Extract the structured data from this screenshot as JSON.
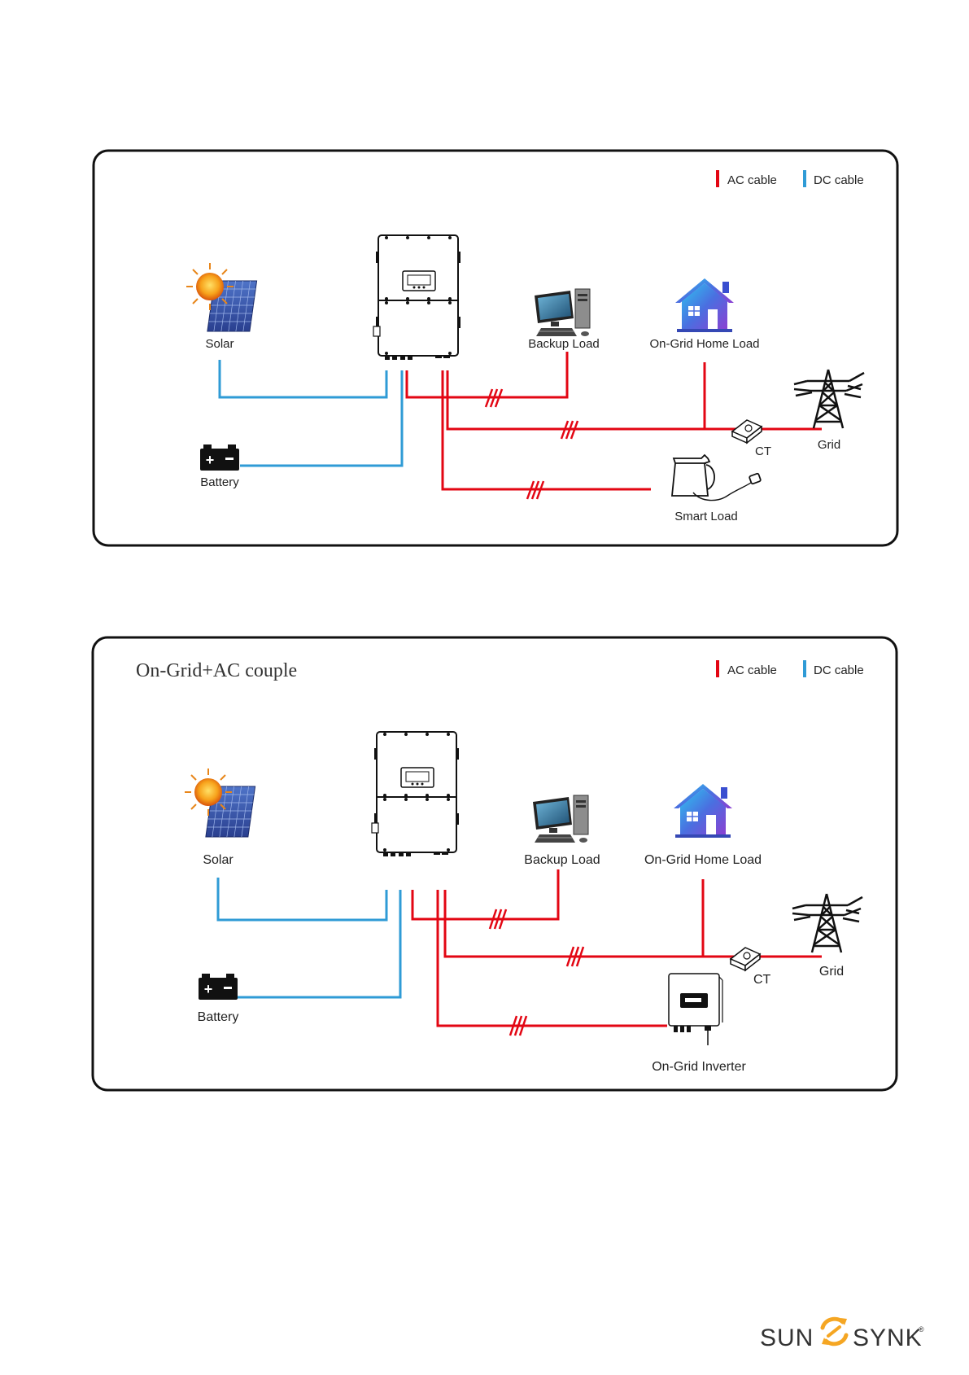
{
  "legend": {
    "ac_label": "AC cable",
    "dc_label": "DC cable",
    "ac_color": "#e30613",
    "dc_color": "#2f9bd6"
  },
  "diagram1": {
    "title": "",
    "labels": {
      "solar": "Solar",
      "battery": "Battery",
      "backup_load": "Backup Load",
      "home_load": "On-Grid Home Load",
      "grid": "Grid",
      "ct": "CT",
      "smart_load": "Smart Load"
    }
  },
  "diagram2": {
    "title": "On-Grid+AC couple",
    "labels": {
      "solar": "Solar",
      "battery": "Battery",
      "backup_load": "Backup Load",
      "home_load": "On-Grid Home Load",
      "grid": "Grid",
      "ct": "CT",
      "on_grid_inverter": "On-Grid Inverter"
    }
  },
  "logo": {
    "left": "SUN",
    "right": "SYNK",
    "mark": "®",
    "accent_color": "#f5a623"
  }
}
